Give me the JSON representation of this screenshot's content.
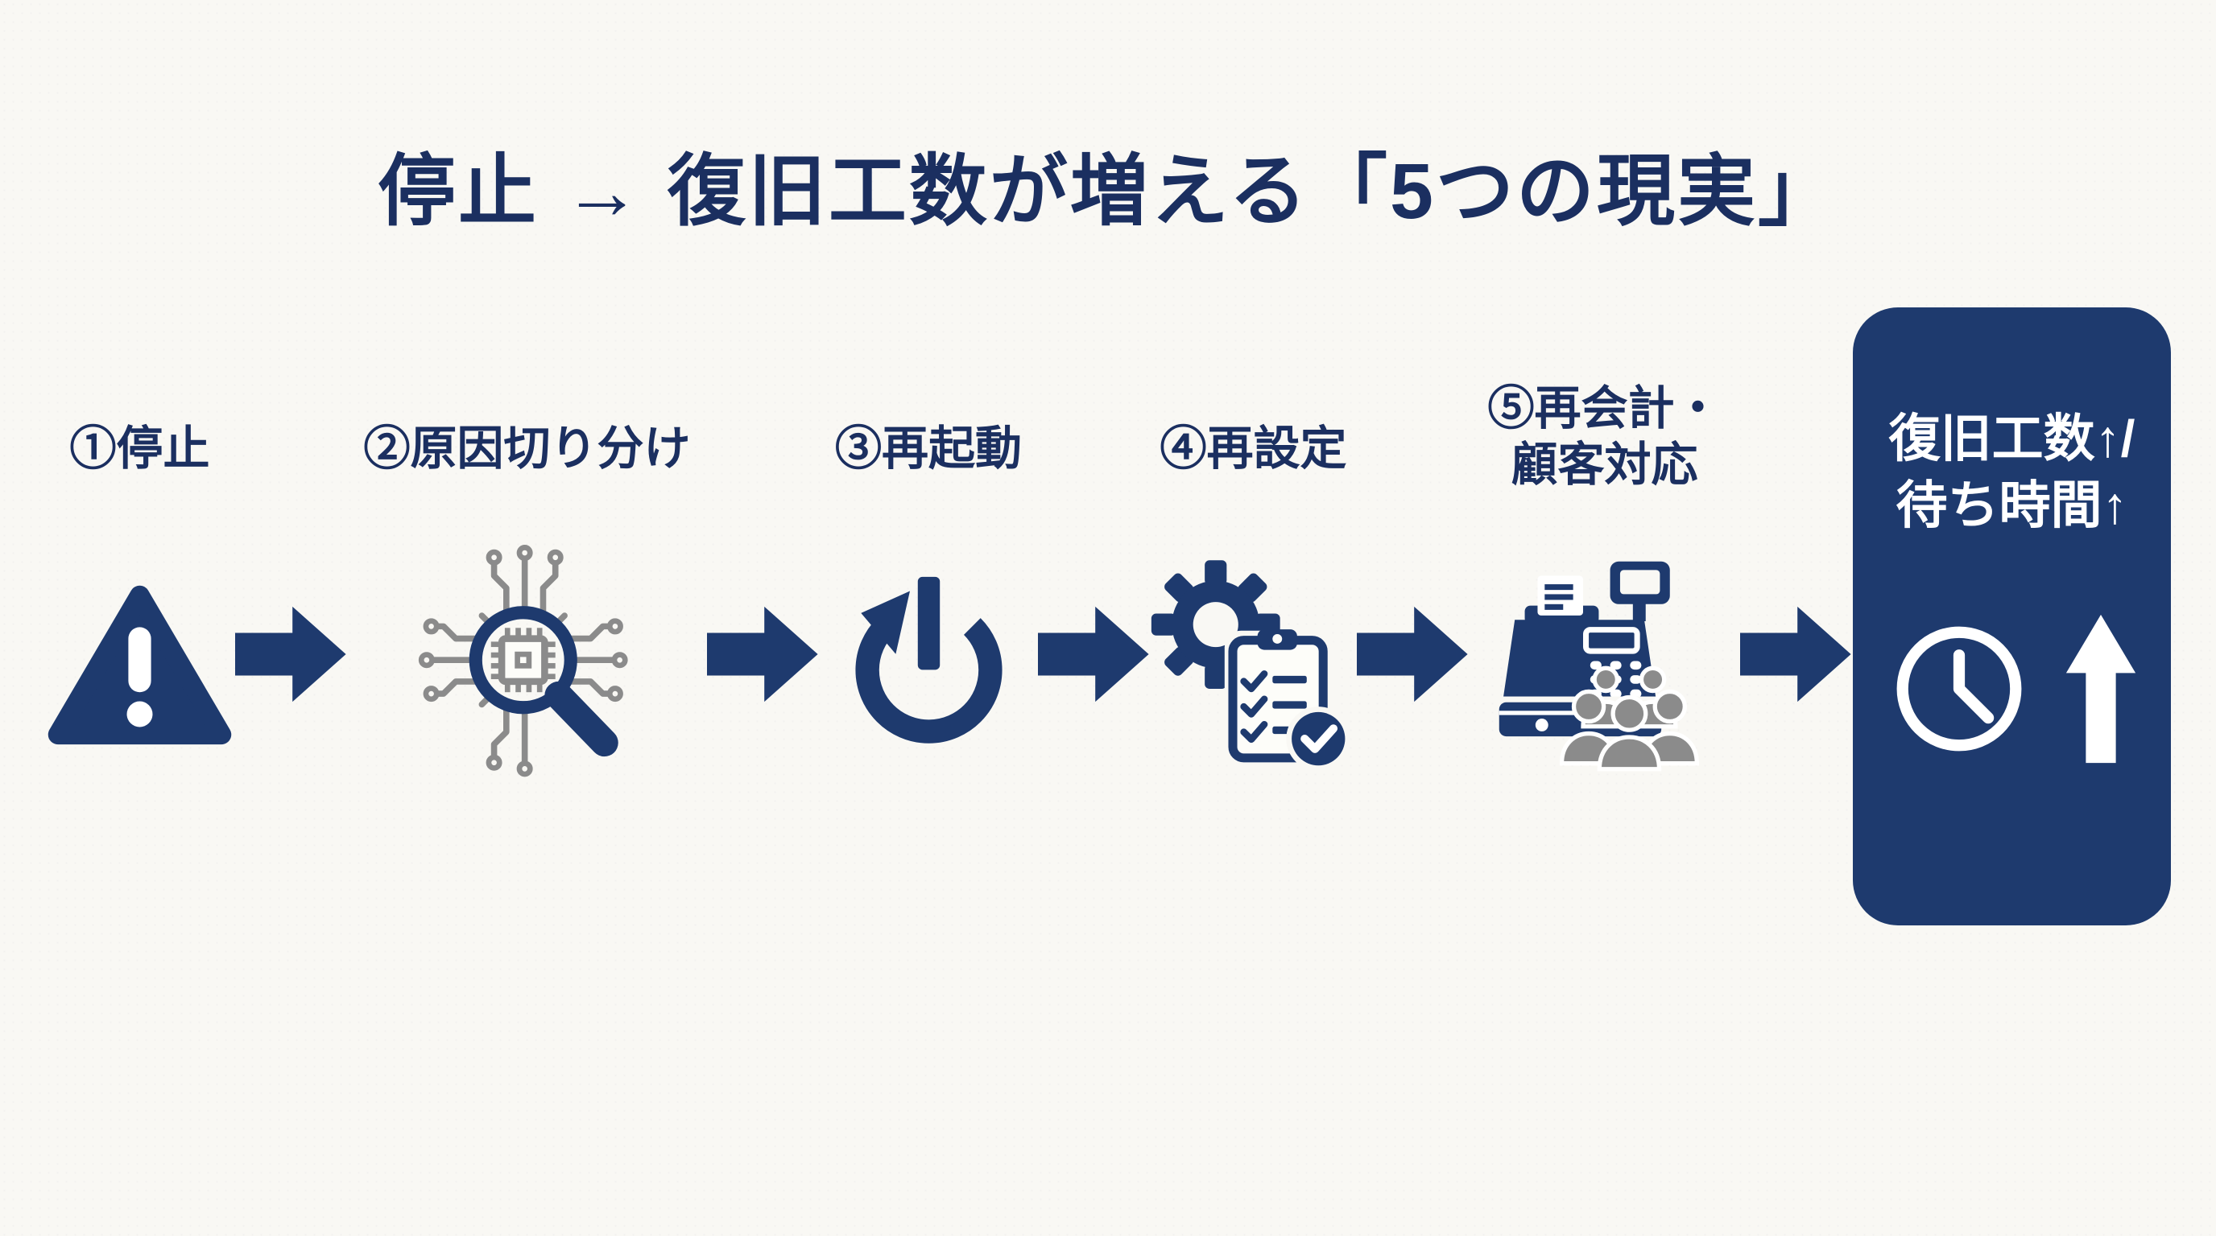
{
  "title": "停止 → 復旧工数が増える「5つの現実」",
  "steps": [
    {
      "label": "①停止",
      "icon": "warning-triangle"
    },
    {
      "label": "②原因切り分け",
      "icon": "chip-inspection-magnifier"
    },
    {
      "label": "③再起動",
      "icon": "power-restart"
    },
    {
      "label": "④再設定",
      "icon": "gear-checklist"
    },
    {
      "label": "⑤再会計・",
      "label2": "顧客対応",
      "icon": "cash-register-customers"
    }
  ],
  "result": {
    "line1": "復旧工数↑/",
    "line2": "待ち時間↑",
    "icons": [
      "clock",
      "up-arrow"
    ]
  },
  "colors": {
    "navy": "#1e3a6e",
    "text": "#1b2f60",
    "gray": "#8b8b8b",
    "background": "#f9f8f4",
    "white": "#ffffff"
  }
}
